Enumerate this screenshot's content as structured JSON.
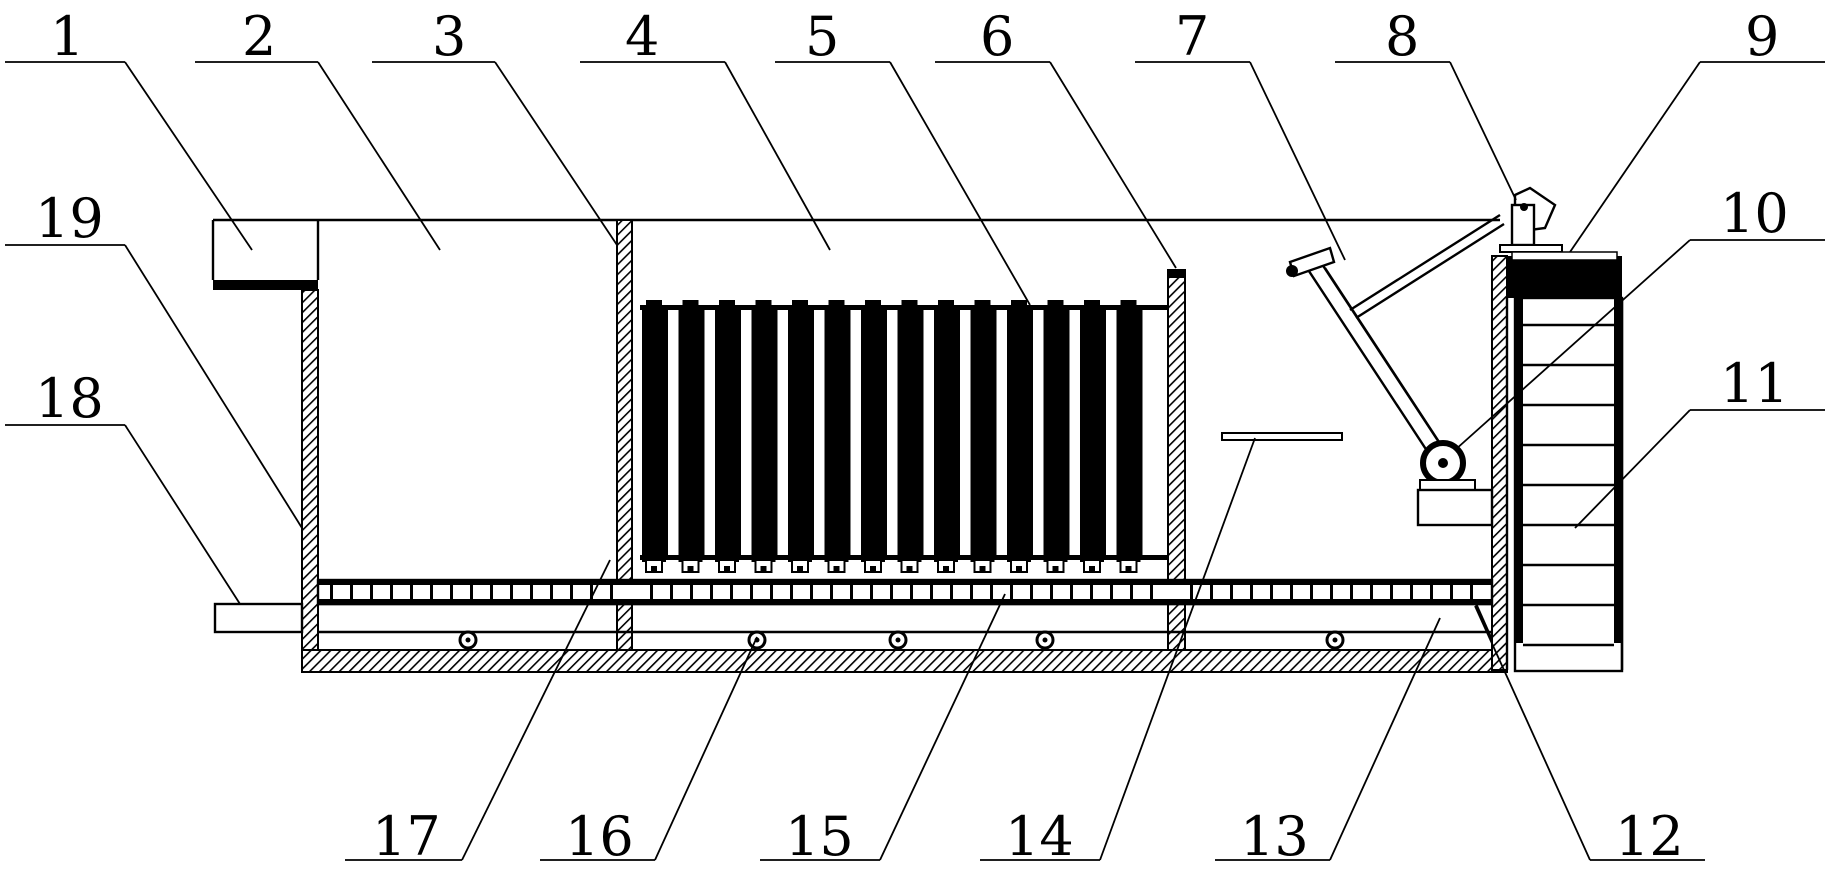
{
  "callouts": {
    "top": [
      "1",
      "2",
      "3",
      "4",
      "5",
      "6",
      "7",
      "8",
      "9"
    ],
    "right": [
      "10",
      "11"
    ],
    "left": [
      "19",
      "18"
    ],
    "bottom": [
      "17",
      "16",
      "15",
      "14",
      "13",
      "12"
    ]
  }
}
